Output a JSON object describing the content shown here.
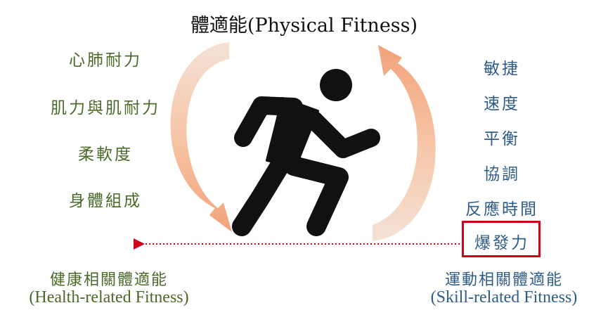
{
  "title": "體適能(Physical Fitness)",
  "health": {
    "items": [
      "心肺耐力",
      "肌力與肌耐力",
      "柔軟度",
      "身體組成"
    ],
    "category_cn": "健康相關體適能",
    "category_en": "(Health-related Fitness)",
    "color": "#4a6a2a"
  },
  "skill": {
    "items": [
      "敏捷",
      "速度",
      "平衡",
      "協調",
      "反應時間",
      "爆發力"
    ],
    "category_cn": "運動相關體適能",
    "category_en": "(Skill-related Fitness)",
    "color": "#2f5d8a",
    "highlighted_item": "爆發力",
    "highlight_color": "#d0021b"
  },
  "icons": {
    "runner": "running-person-icon",
    "left_arrow": "curved-arrow-down-icon",
    "right_arrow": "curved-arrow-up-icon",
    "dotted_arrow": "dotted-arrow-left-icon"
  },
  "colors": {
    "arrow_fill": "#f7c4a4",
    "runner": "#111111",
    "dotted_line": "#d0021b"
  }
}
